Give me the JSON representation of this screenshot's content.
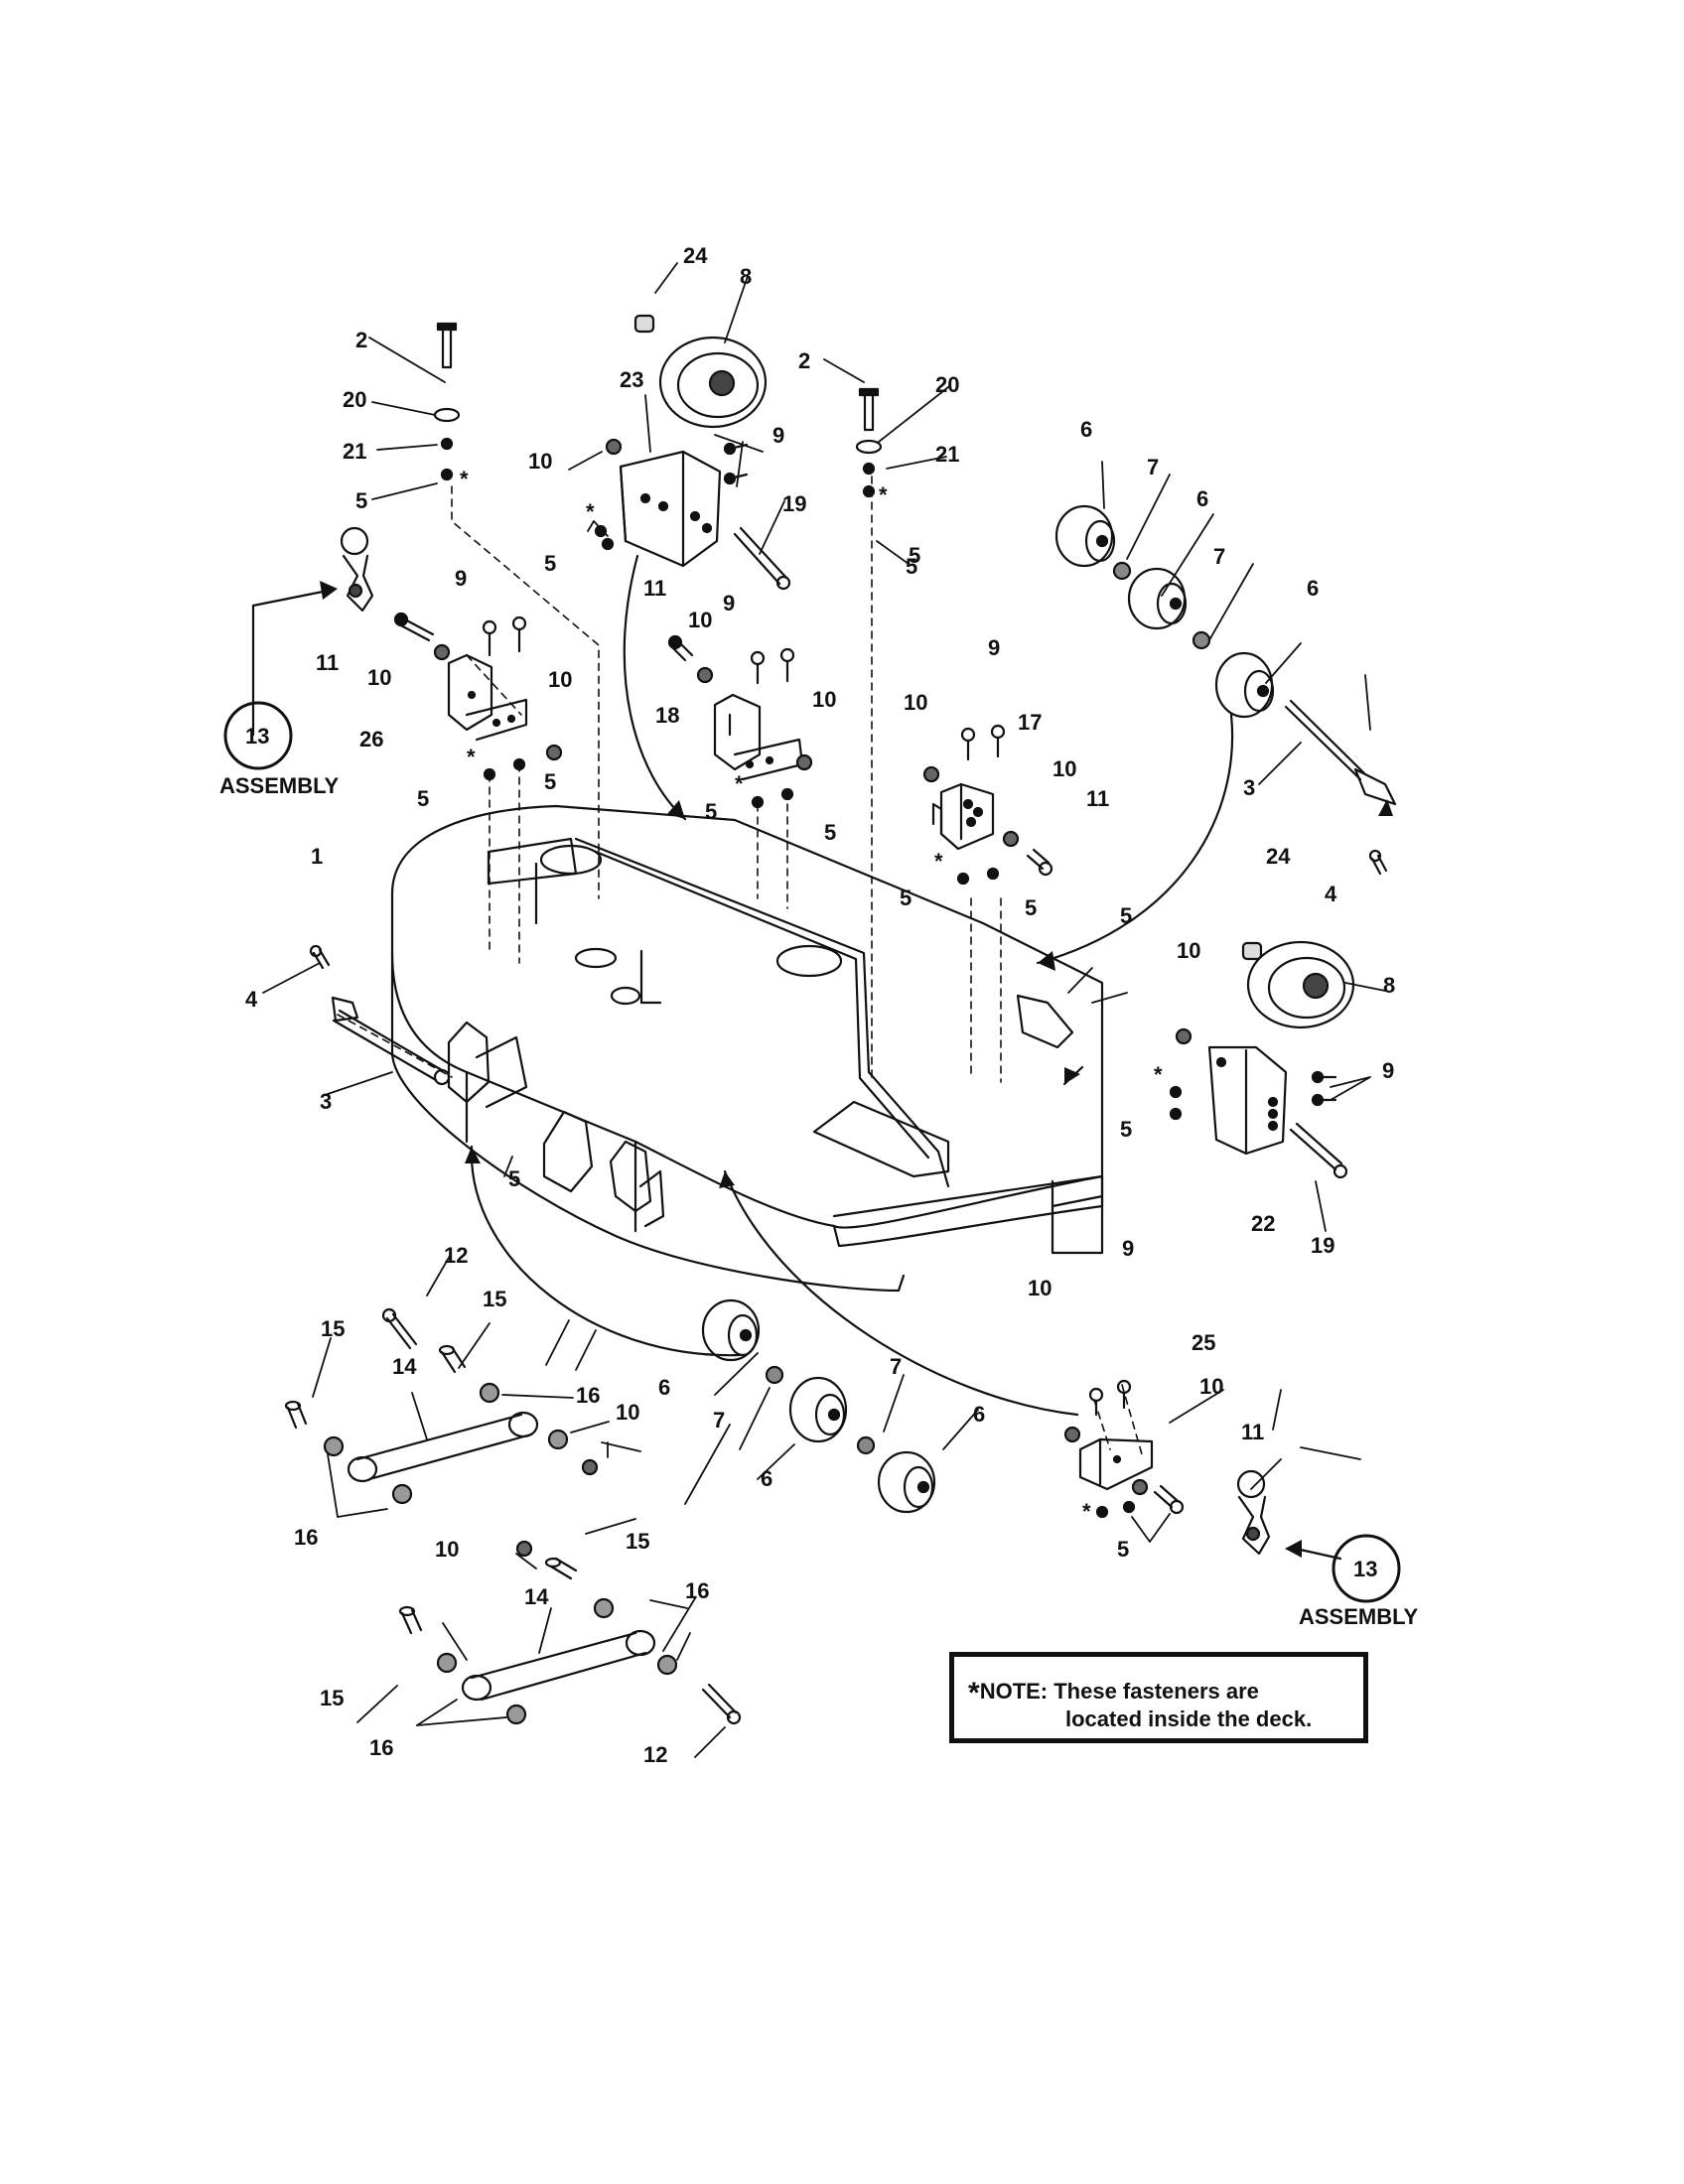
{
  "callouts": [
    {
      "id": "c1",
      "text": "1"
    },
    {
      "id": "c2a",
      "text": "2"
    },
    {
      "id": "c2b",
      "text": "2"
    },
    {
      "id": "c3a",
      "text": "3"
    },
    {
      "id": "c3b",
      "text": "3"
    },
    {
      "id": "c4a",
      "text": "4"
    },
    {
      "id": "c4b",
      "text": "4"
    },
    {
      "id": "c5a",
      "text": "5"
    },
    {
      "id": "c5b",
      "text": "5"
    },
    {
      "id": "c5c",
      "text": "5"
    },
    {
      "id": "c5d",
      "text": "5"
    },
    {
      "id": "c5e",
      "text": "5"
    },
    {
      "id": "c5f",
      "text": "5"
    },
    {
      "id": "c5g",
      "text": "5"
    },
    {
      "id": "c5h",
      "text": "5"
    },
    {
      "id": "c5i",
      "text": "5"
    },
    {
      "id": "c5j",
      "text": "5"
    },
    {
      "id": "c5k",
      "text": "5"
    },
    {
      "id": "c5l",
      "text": "5"
    },
    {
      "id": "c5m",
      "text": "5"
    },
    {
      "id": "c5n",
      "text": "5"
    },
    {
      "id": "c6a",
      "text": "6"
    },
    {
      "id": "c6b",
      "text": "6"
    },
    {
      "id": "c6c",
      "text": "6"
    },
    {
      "id": "c6d",
      "text": "6"
    },
    {
      "id": "c6e",
      "text": "6"
    },
    {
      "id": "c6f",
      "text": "6"
    },
    {
      "id": "c7a",
      "text": "7"
    },
    {
      "id": "c7b",
      "text": "7"
    },
    {
      "id": "c7c",
      "text": "7"
    },
    {
      "id": "c7d",
      "text": "7"
    },
    {
      "id": "c8a",
      "text": "8"
    },
    {
      "id": "c8b",
      "text": "8"
    },
    {
      "id": "c9a",
      "text": "9"
    },
    {
      "id": "c9b",
      "text": "9"
    },
    {
      "id": "c9c",
      "text": "9"
    },
    {
      "id": "c9d",
      "text": "9"
    },
    {
      "id": "c9e",
      "text": "9"
    },
    {
      "id": "c9f",
      "text": "9"
    },
    {
      "id": "c10a",
      "text": "10"
    },
    {
      "id": "c10b",
      "text": "10"
    },
    {
      "id": "c10c",
      "text": "10"
    },
    {
      "id": "c10d",
      "text": "10"
    },
    {
      "id": "c10e",
      "text": "10"
    },
    {
      "id": "c10f",
      "text": "10"
    },
    {
      "id": "c10g",
      "text": "10"
    },
    {
      "id": "c10h",
      "text": "10"
    },
    {
      "id": "c10i",
      "text": "10"
    },
    {
      "id": "c10j",
      "text": "10"
    },
    {
      "id": "c10k",
      "text": "10"
    },
    {
      "id": "c10l",
      "text": "10"
    },
    {
      "id": "c11a",
      "text": "11"
    },
    {
      "id": "c11b",
      "text": "11"
    },
    {
      "id": "c11c",
      "text": "11"
    },
    {
      "id": "c11d",
      "text": "11"
    },
    {
      "id": "c12a",
      "text": "12"
    },
    {
      "id": "c12b",
      "text": "12"
    },
    {
      "id": "c14a",
      "text": "14"
    },
    {
      "id": "c14b",
      "text": "14"
    },
    {
      "id": "c15a",
      "text": "15"
    },
    {
      "id": "c15b",
      "text": "15"
    },
    {
      "id": "c15c",
      "text": "15"
    },
    {
      "id": "c15d",
      "text": "15"
    },
    {
      "id": "c16a",
      "text": "16"
    },
    {
      "id": "c16b",
      "text": "16"
    },
    {
      "id": "c16c",
      "text": "16"
    },
    {
      "id": "c16d",
      "text": "16"
    },
    {
      "id": "c17",
      "text": "17"
    },
    {
      "id": "c18",
      "text": "18"
    },
    {
      "id": "c19a",
      "text": "19"
    },
    {
      "id": "c19b",
      "text": "19"
    },
    {
      "id": "c20a",
      "text": "20"
    },
    {
      "id": "c20b",
      "text": "20"
    },
    {
      "id": "c21a",
      "text": "21"
    },
    {
      "id": "c21b",
      "text": "21"
    },
    {
      "id": "c22",
      "text": "22"
    },
    {
      "id": "c23",
      "text": "23"
    },
    {
      "id": "c24a",
      "text": "24"
    },
    {
      "id": "c24b",
      "text": "24"
    },
    {
      "id": "c25",
      "text": "25"
    },
    {
      "id": "c26",
      "text": "26"
    }
  ],
  "assembly_refs": [
    {
      "number": "13",
      "label": "ASSEMBLY"
    },
    {
      "number": "13",
      "label": "ASSEMBLY"
    }
  ],
  "note": {
    "marker": "*",
    "line1": "NOTE: These fasteners are",
    "line2": "located inside the deck."
  },
  "inside_marker": "*"
}
